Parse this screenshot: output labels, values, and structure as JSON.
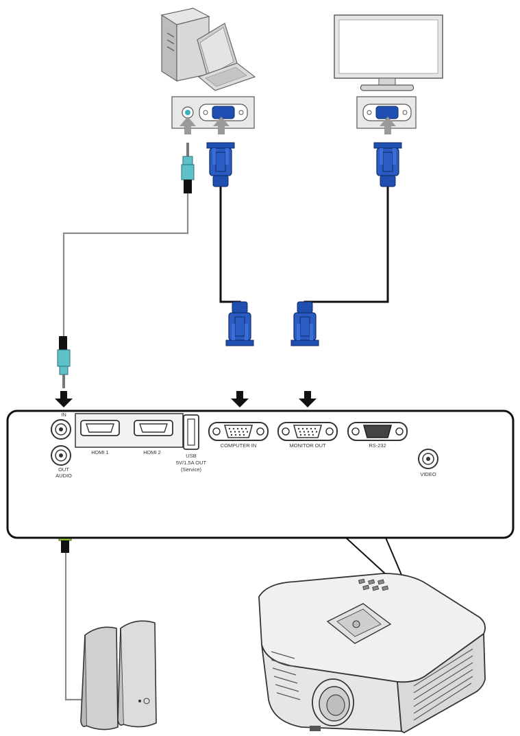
{
  "devices": {
    "computer": "computer-icon",
    "laptop": "laptop-icon",
    "monitor": "monitor-icon",
    "speakers": "speakers-icon",
    "projector": "projector-icon"
  },
  "panel": {
    "audio_in_label": "IN",
    "audio_out_label": "OUT",
    "audio_label": "AUDIO",
    "hdmi1_label": "HDMI 1",
    "hdmi2_label": "HDMI 2",
    "usb_label": "USB",
    "usb_power_label": "5V/1.5A OUT",
    "usb_service_label": "(Service)",
    "computer_in_label": "COMPUTER IN",
    "monitor_out_label": "MONITOR OUT",
    "rs232_label": "RS-232",
    "video_label": "VIDEO"
  },
  "colors": {
    "vga_blue": "#1f4fb0",
    "audio_in_teal": "#5fc0c8",
    "audio_out_green": "#9ccc3c",
    "cable_black": "#111111",
    "cable_gray": "#8a8a8a",
    "device_gray": "#d6d6d6"
  }
}
